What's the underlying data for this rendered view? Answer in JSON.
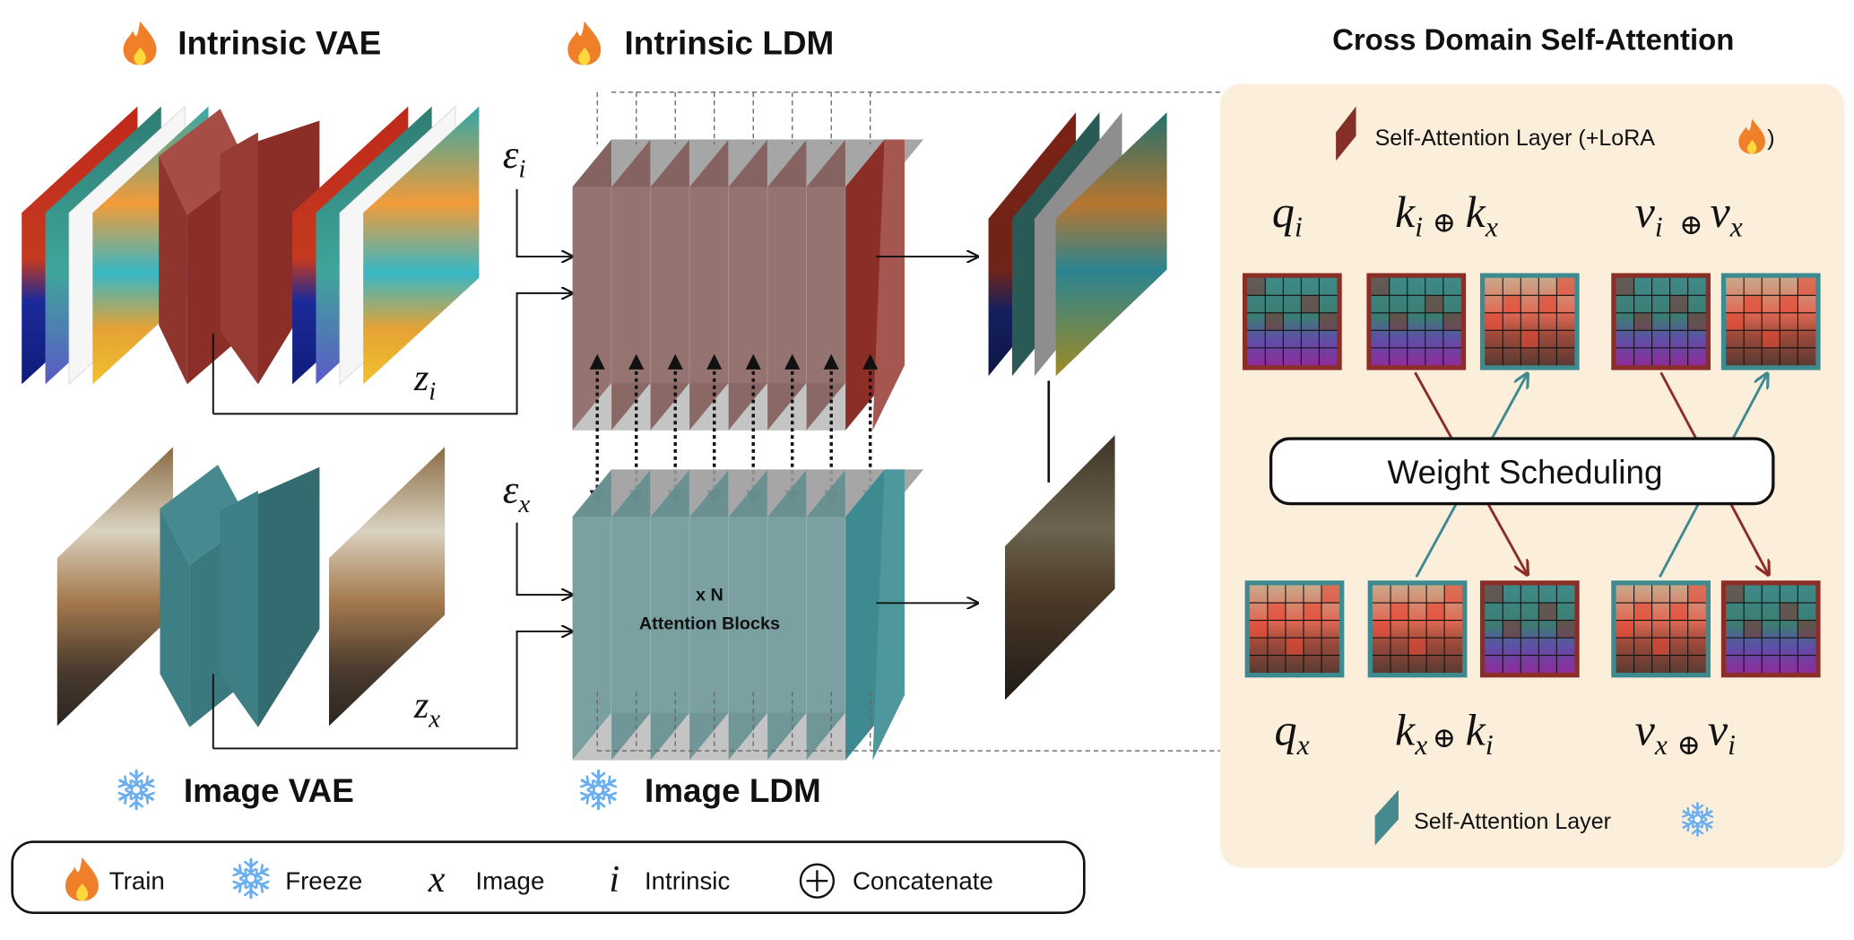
{
  "headers": {
    "intrinsic_vae": "Intrinsic VAE",
    "intrinsic_ldm": "Intrinsic LDM",
    "image_vae": "Image VAE",
    "image_ldm": "Image LDM",
    "cross_domain": "Cross Domain Self-Attention"
  },
  "icons": {
    "train": "fire-icon",
    "freeze": "snowflake-icon",
    "concat": "circled-plus-icon"
  },
  "latents": {
    "eps_i": "ε",
    "eps_i_sub": "i",
    "eps_x": "ε",
    "eps_x_sub": "x",
    "z_i": "z",
    "z_i_sub": "i",
    "z_x": "z",
    "z_x_sub": "x"
  },
  "ldm": {
    "block_count_label": "x N",
    "block_label": "Attention Blocks",
    "num_slices": 8
  },
  "cross_attention": {
    "legend_top": "Self-Attention Layer (+LoRA",
    "legend_top_close": ")",
    "legend_bottom": "Self-Attention Layer",
    "weight_scheduling": "Weight Scheduling",
    "top_row": {
      "q": {
        "base": "q",
        "sub": "i"
      },
      "k": {
        "a": "k",
        "a_sub": "i",
        "op": "⊕",
        "b": "k",
        "b_sub": "x"
      },
      "v": {
        "a": "v",
        "a_sub": "i",
        "op": "⊕",
        "b": "v",
        "b_sub": "x"
      }
    },
    "bottom_row": {
      "q": {
        "base": "q",
        "sub": "x"
      },
      "k": {
        "a": "k",
        "a_sub": "x",
        "op": "⊕",
        "b": "k",
        "b_sub": "i"
      },
      "v": {
        "a": "v",
        "a_sub": "x",
        "op": "⊕",
        "b": "v",
        "b_sub": "i"
      }
    }
  },
  "legend": {
    "train": "Train",
    "freeze": "Freeze",
    "x_symbol": "x",
    "image": "Image",
    "i_symbol": "i",
    "intrinsic": "Intrinsic",
    "concat": "Concatenate"
  },
  "colors": {
    "intrinsic_red": "#8B2E27",
    "intrinsic_red_light": "#A64D45",
    "image_teal": "#3D7F84",
    "image_teal_light": "#4A8C91",
    "panel_bg": "#FBEEDB",
    "fire_orange": "#F07F2A",
    "snow_blue": "#6AAEF0"
  }
}
